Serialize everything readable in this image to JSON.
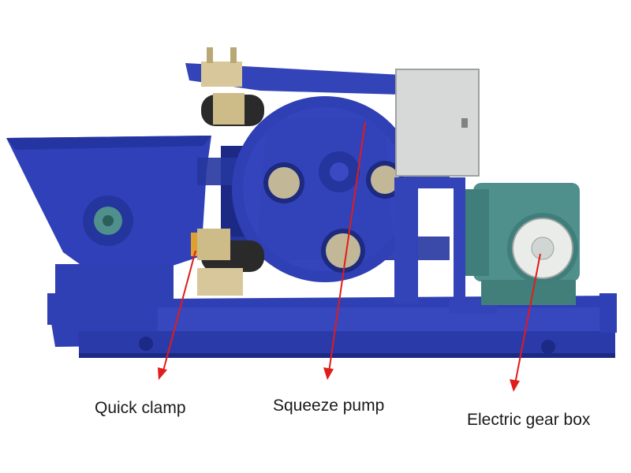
{
  "labels": {
    "quick_clamp": "Quick clamp",
    "squeeze_pump": "Squeeze pump",
    "electric_gear_box": "Electric gear box"
  },
  "colors": {
    "machine_blue": "#2f3fb4",
    "machine_dark": "#1c2a86",
    "motor_teal": "#4f8f8c",
    "clamp_beige": "#d8c79a",
    "hose_black": "#2a2a2a",
    "box_grey": "#d7d9d8",
    "arrow_red": "#e21b1b"
  },
  "icons": [
    "hopper",
    "pump-housing",
    "control-box",
    "electric-motor",
    "quick-clamp",
    "rubber-hose"
  ]
}
